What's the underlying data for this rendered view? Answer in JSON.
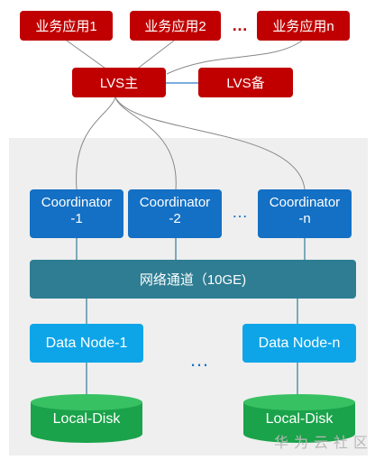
{
  "top_apps": [
    "业务应用1",
    "业务应用2",
    "业务应用n"
  ],
  "top_ellipsis": "…",
  "lvs": {
    "main": "LVS主",
    "backup": "LVS备"
  },
  "coordinators": [
    {
      "line1": "Coordinator",
      "line2": "-1"
    },
    {
      "line1": "Coordinator",
      "line2": "-2"
    },
    {
      "line1": "Coordinator",
      "line2": "-n"
    }
  ],
  "coordinator_ellipsis": "…",
  "network": "网络通道（10GE)",
  "data_nodes": [
    "Data Node-1",
    "Data Node-n"
  ],
  "data_node_ellipsis": "…",
  "disks": [
    "Local-Disk",
    "Local-Disk"
  ],
  "watermark": "华为云社区",
  "colors": {
    "red": "#c00000",
    "coordinator_blue": "#1470c4",
    "data_node_cyan": "#0ea5e8",
    "network_teal": "#2e7d93",
    "disk_green": "#1aa34a"
  }
}
